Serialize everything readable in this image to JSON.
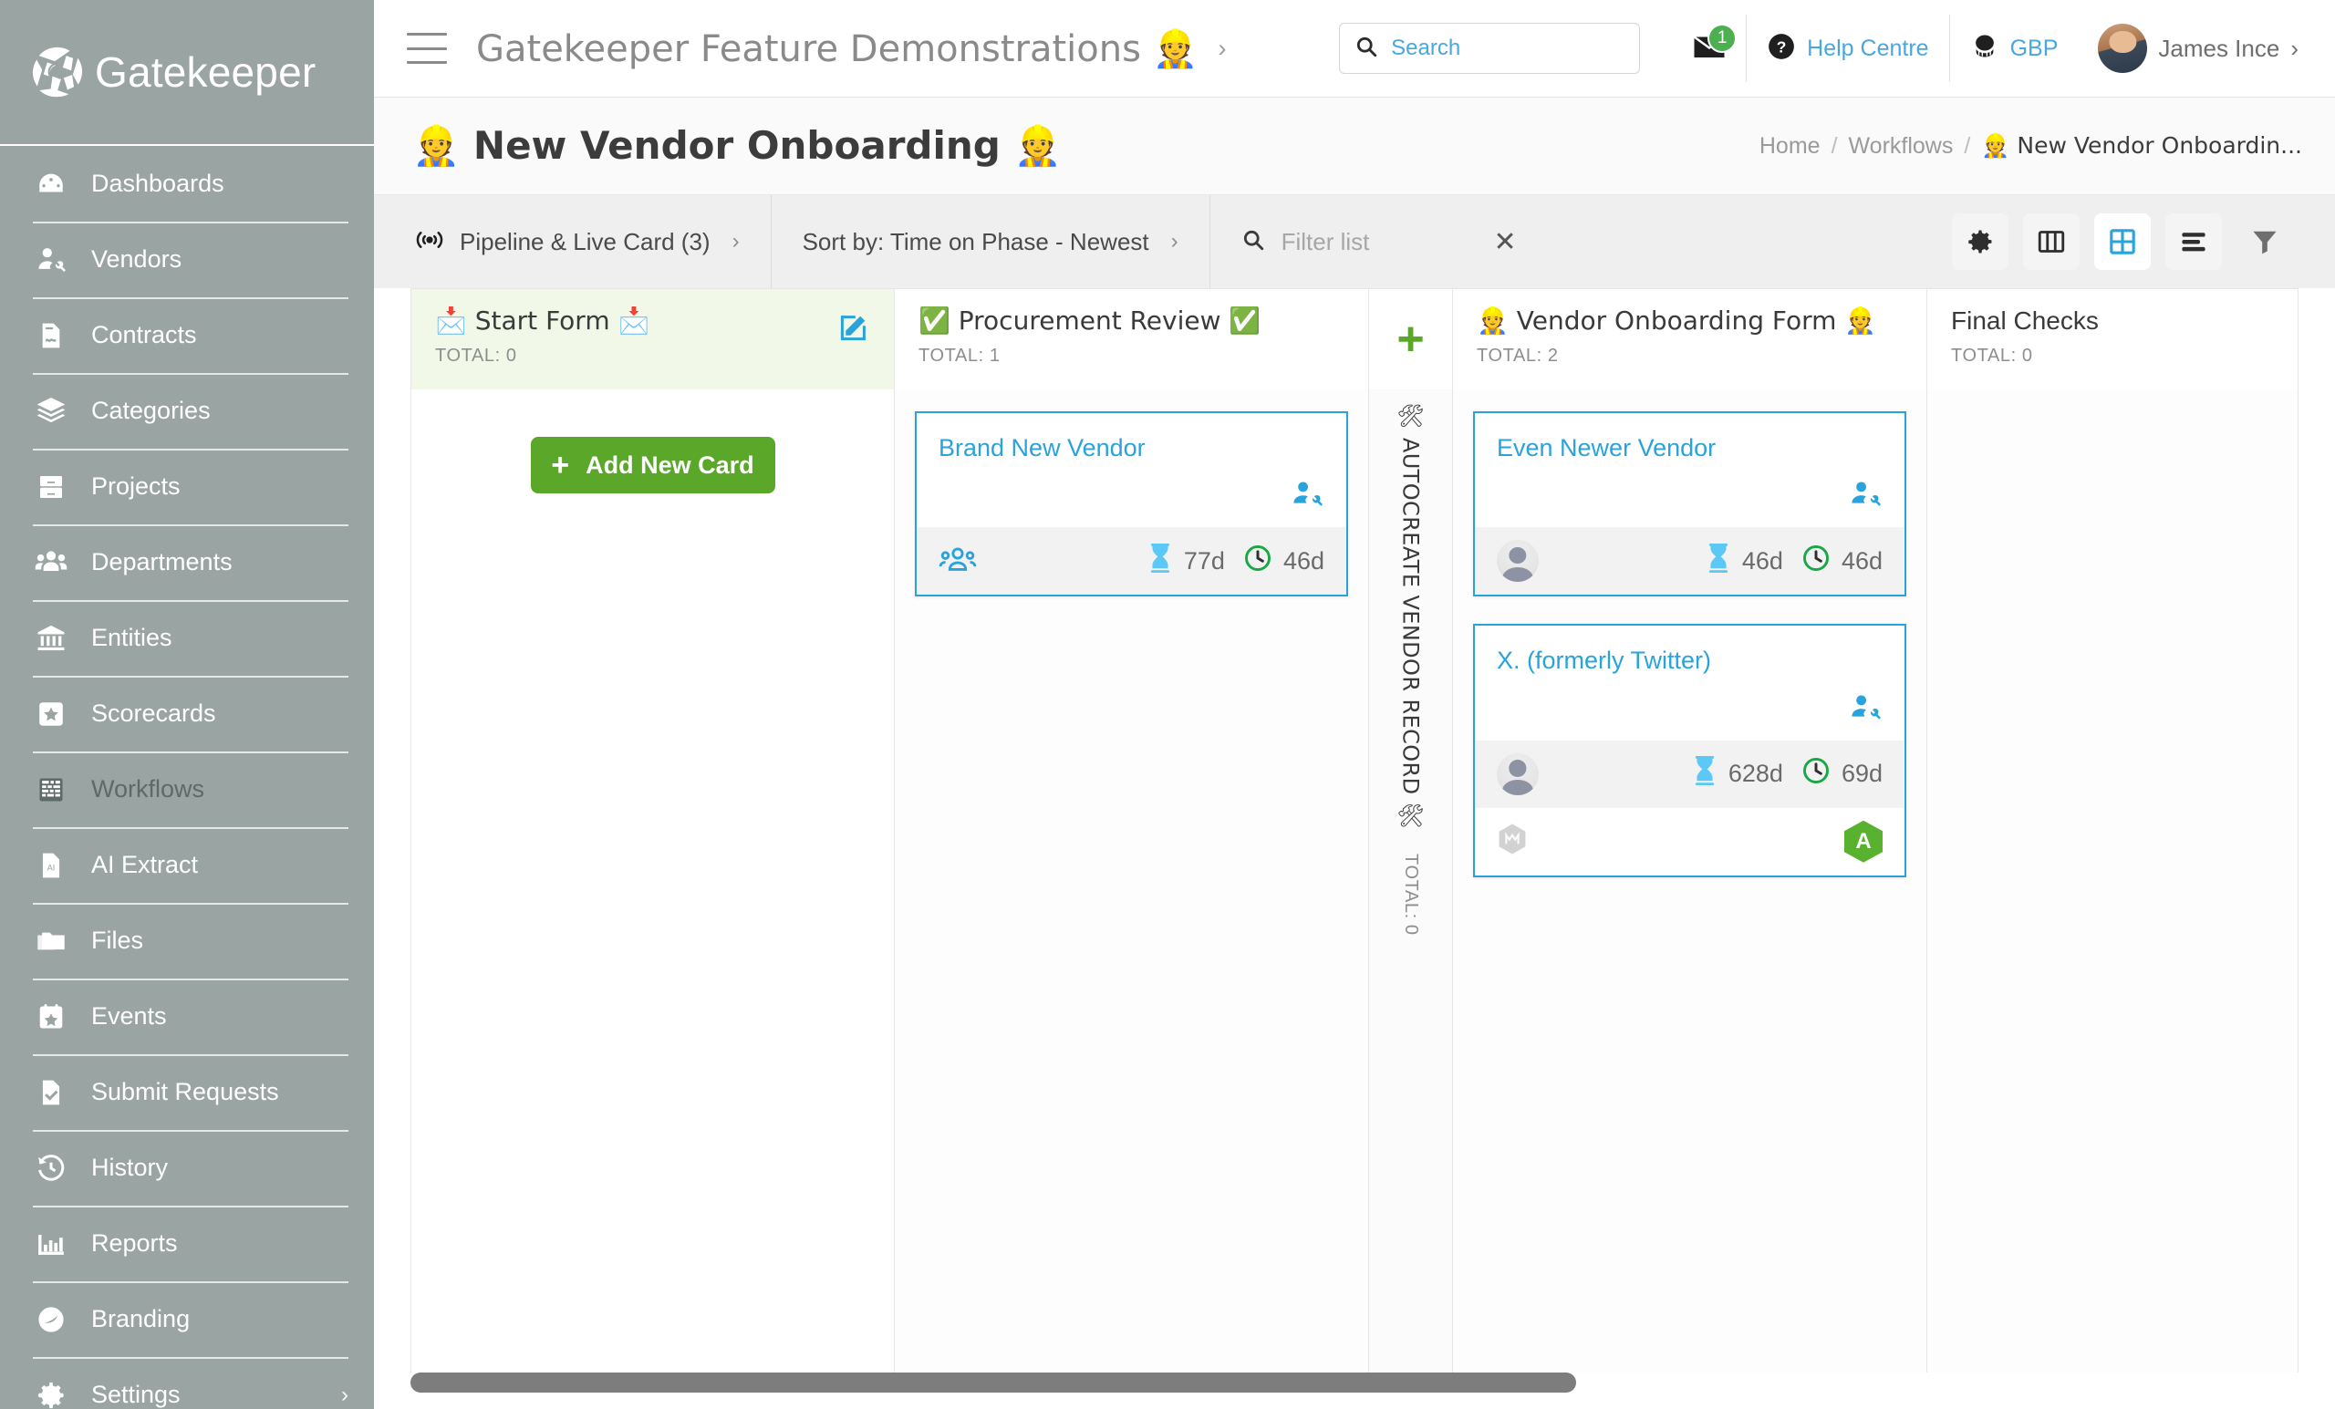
{
  "brand": {
    "name": "Gatekeeper",
    "logo_icon": "gatekeeper-aperture-logo",
    "sidebar_color": "#9aa5a3",
    "accent_blue": "#29a3dc",
    "accent_green": "#5aa72a"
  },
  "sidebar": {
    "items": [
      {
        "label": "Dashboards",
        "icon": "gauge-icon",
        "active": false
      },
      {
        "label": "Vendors",
        "icon": "vendor-user-tools-icon",
        "active": false
      },
      {
        "label": "Contracts",
        "icon": "contract-document-icon",
        "active": false
      },
      {
        "label": "Categories",
        "icon": "layers-icon",
        "active": false
      },
      {
        "label": "Projects",
        "icon": "file-cabinet-icon",
        "active": false
      },
      {
        "label": "Departments",
        "icon": "people-group-icon",
        "active": false
      },
      {
        "label": "Entities",
        "icon": "bank-building-icon",
        "active": false
      },
      {
        "label": "Scorecards",
        "icon": "star-badge-icon",
        "active": false
      },
      {
        "label": "Workflows",
        "icon": "grid-table-icon",
        "active": true
      },
      {
        "label": "AI Extract",
        "icon": "ai-document-icon",
        "active": false
      },
      {
        "label": "Files",
        "icon": "folders-icon",
        "active": false
      },
      {
        "label": "Events",
        "icon": "calendar-star-icon",
        "active": false
      },
      {
        "label": "Submit Requests",
        "icon": "document-check-icon",
        "active": false
      },
      {
        "label": "History",
        "icon": "clock-rewind-icon",
        "active": false
      },
      {
        "label": "Reports",
        "icon": "bar-chart-icon",
        "active": false
      },
      {
        "label": "Branding",
        "icon": "branding-circle-icon",
        "active": false
      },
      {
        "label": "Settings",
        "icon": "gear-icon",
        "active": false,
        "chevron": "›"
      }
    ]
  },
  "topbar": {
    "menu_icon": "hamburger-menu-icon",
    "title": "Gatekeeper Feature Demonstrations 👷",
    "title_chevron": "›",
    "search": {
      "icon": "search-icon",
      "placeholder": "Search",
      "value": ""
    },
    "mail": {
      "icon": "mail-icon",
      "badge": "1"
    },
    "help": {
      "icon": "help-circle-icon",
      "label": "Help Centre"
    },
    "currency": {
      "icon": "coins-icon",
      "label": "GBP"
    },
    "user": {
      "avatar": "user-avatar",
      "name": "James Ince",
      "chevron": "›"
    }
  },
  "page": {
    "title": "👷 New Vendor Onboarding 👷",
    "breadcrumb": {
      "home": "Home",
      "section": "Workflows",
      "current": "👷 New Vendor Onboardin..."
    }
  },
  "toolbar": {
    "pipeline": {
      "icon": "live-signal-icon",
      "label": "Pipeline & Live Card (3)",
      "chevron": "›"
    },
    "sort": {
      "label": "Sort by: Time on Phase - Newest",
      "chevron": "›"
    },
    "filter": {
      "icon": "search-icon",
      "placeholder": "Filter list",
      "value": "",
      "clear_icon": "close-icon"
    },
    "views": [
      {
        "name": "settings-gear-button",
        "icon": "gear-icon",
        "active": false
      },
      {
        "name": "columns-view-button",
        "icon": "columns-icon",
        "active": false
      },
      {
        "name": "grid-view-button",
        "icon": "grid-icon",
        "active": true
      },
      {
        "name": "list-view-button",
        "icon": "list-icon",
        "active": false
      },
      {
        "name": "filter-funnel-button",
        "icon": "funnel-icon",
        "active": false
      }
    ]
  },
  "board": {
    "add_phase_icon": "plus-icon",
    "add_card_button": {
      "label": "Add New Card",
      "icon": "plus-icon"
    },
    "columns": [
      {
        "name": "📩 Start Form 📩",
        "total_label": "TOTAL: 0",
        "edit_icon": "edit-pencil-icon",
        "highlighted": true,
        "cards": []
      },
      {
        "name": "✅ Procurement Review ✅",
        "total_label": "TOTAL: 1",
        "highlighted": false,
        "cards": [
          {
            "title": "Brand New Vendor",
            "vendor_icon": "vendor-user-tools-icon",
            "owner_icon": "people-group-icon",
            "owner_avatar": false,
            "hourglass": {
              "icon": "hourglass-icon",
              "value": "77d"
            },
            "clock": {
              "icon": "clock-icon",
              "value": "46d"
            },
            "has_footer": false
          }
        ]
      },
      {
        "name": "🛠 AUTOCREATE VENDOR RECORD 🛠",
        "total_label": "TOTAL: 0",
        "vertical": true,
        "cards": []
      },
      {
        "name": "👷 Vendor Onboarding Form 👷",
        "total_label": "TOTAL: 2",
        "highlighted": false,
        "cards": [
          {
            "title": "Even Newer Vendor",
            "vendor_icon": "vendor-user-tools-icon",
            "owner_icon": "avatar-placeholder-icon",
            "owner_avatar": true,
            "hourglass": {
              "icon": "hourglass-icon",
              "value": "46d"
            },
            "clock": {
              "icon": "clock-icon",
              "value": "46d"
            },
            "has_footer": false
          },
          {
            "title": "X. (formerly Twitter)",
            "vendor_icon": "vendor-user-tools-icon",
            "owner_icon": "avatar-placeholder-icon",
            "owner_avatar": true,
            "hourglass": {
              "icon": "hourglass-icon",
              "value": "628d"
            },
            "clock": {
              "icon": "clock-icon",
              "value": "69d"
            },
            "has_footer": true,
            "footer_left_icon": "cube-logo-icon",
            "footer_badge": {
              "icon": "hexagon-badge-icon",
              "label": "A",
              "color": "#58b230"
            }
          }
        ]
      },
      {
        "name": "Final Checks",
        "total_label": "TOTAL: 0",
        "highlighted": false,
        "cards": []
      }
    ],
    "scrollbar": {
      "name": "horizontal-scrollbar"
    }
  }
}
